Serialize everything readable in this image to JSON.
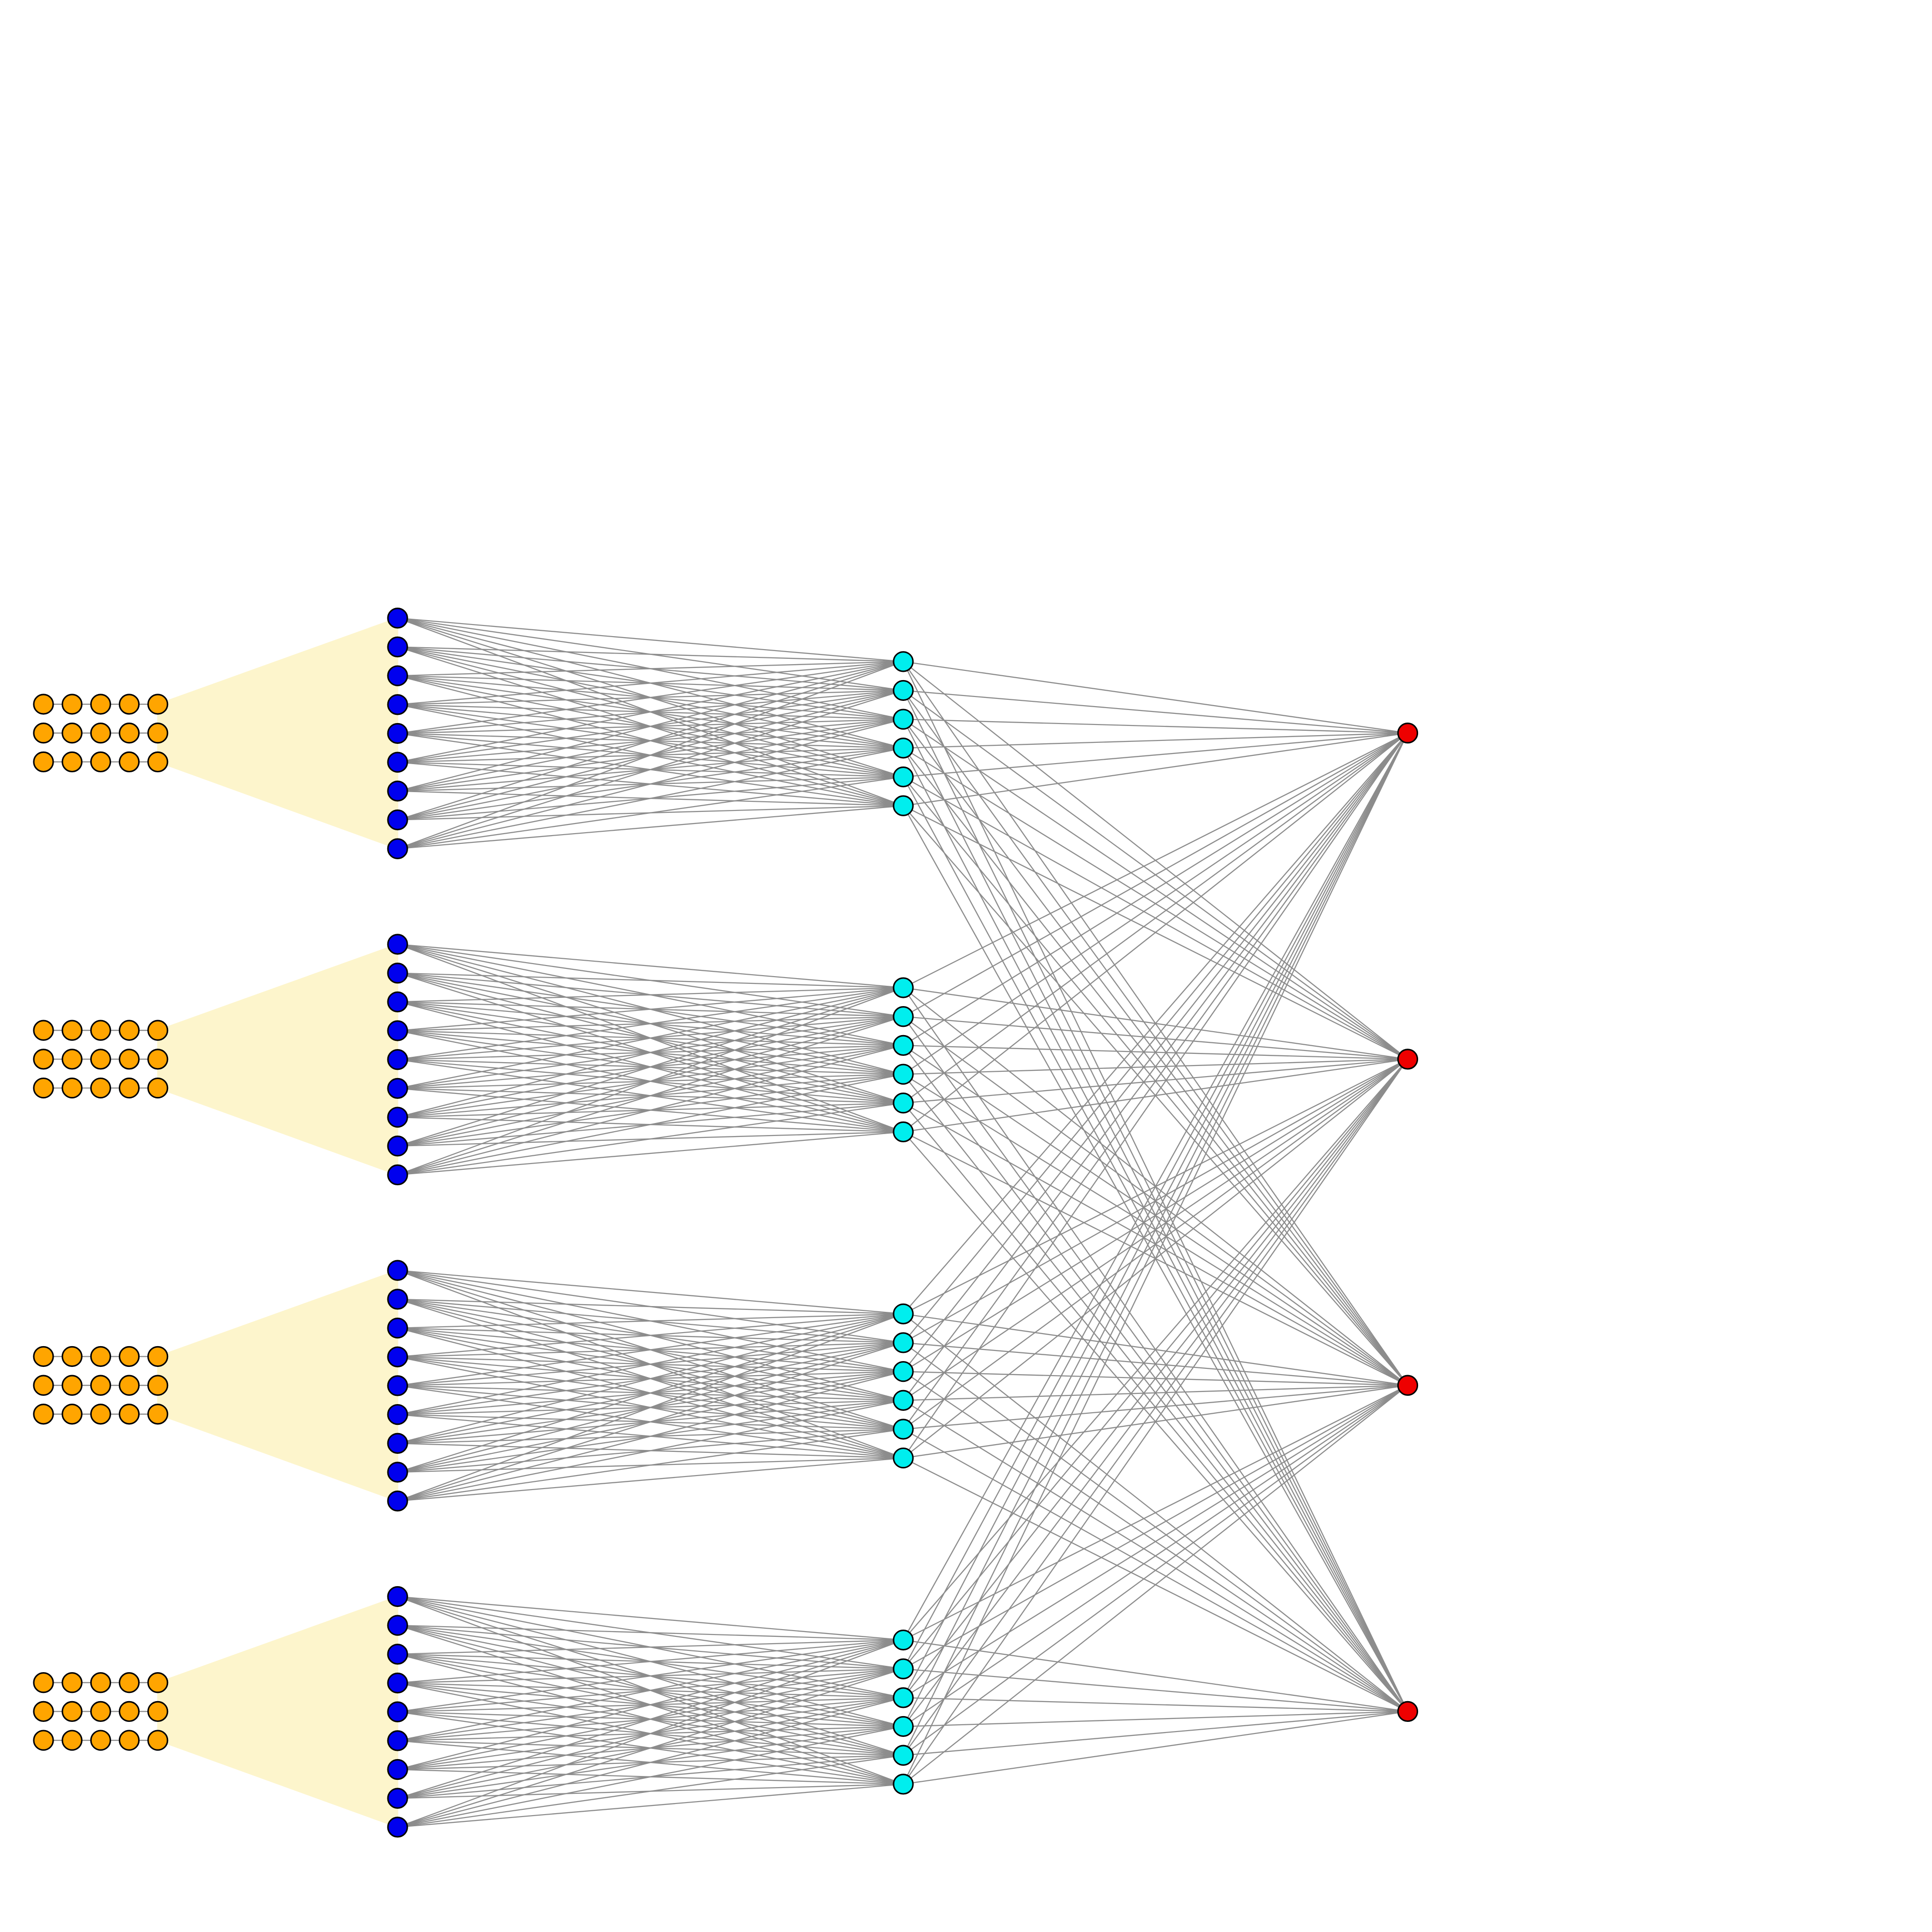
{
  "diagram": {
    "type": "neural-network",
    "blocks": 4,
    "input_grid": {
      "rows": 3,
      "cols": 5
    },
    "layers": [
      {
        "role": "input-grid",
        "nodes_per_block": 15,
        "color": "#FFA500"
      },
      {
        "role": "hidden-1",
        "nodes_per_block": 9,
        "color": "#0000EE"
      },
      {
        "role": "hidden-2",
        "nodes_per_block": 6,
        "color": "#00EEEE"
      },
      {
        "role": "output",
        "nodes_total": 4,
        "color": "#EE0000"
      }
    ],
    "connections": {
      "input_to_hidden1": "projection-fan",
      "hidden1_to_hidden2": "fully-connected-within-block",
      "hidden2_to_output": "fully-connected-all"
    }
  },
  "colors": {
    "background": "#FFFFFF",
    "input_node": "#FFA500",
    "hidden1_node": "#0000EE",
    "hidden2_node": "#00EEEE",
    "output_node": "#EE0000",
    "node_outline": "#000000",
    "edge": "#8C8C8C",
    "fan_fill": "#FDF5CC"
  }
}
